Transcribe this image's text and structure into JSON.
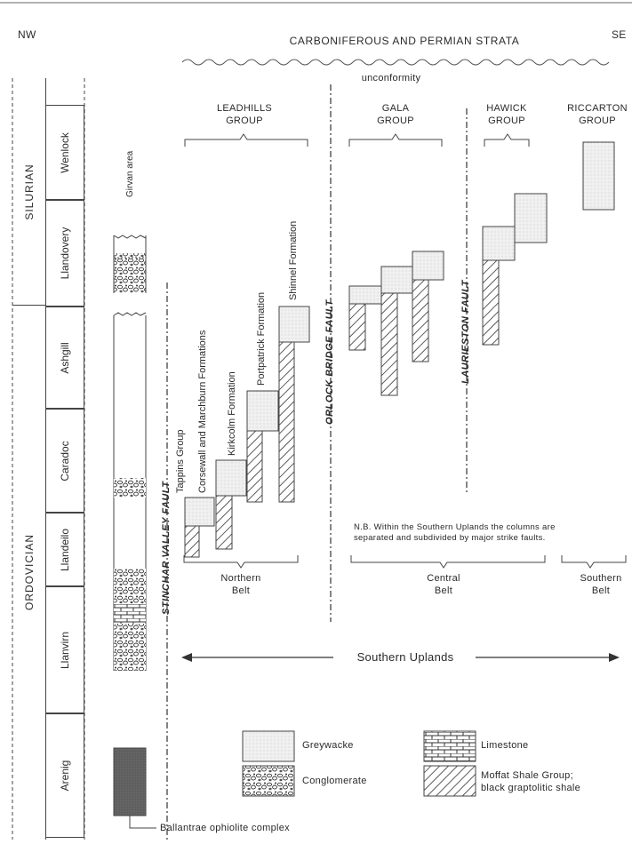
{
  "compass": {
    "left": "NW",
    "right": "SE"
  },
  "header": {
    "title": "CARBONIFEROUS AND PERMIAN STRATA",
    "unconformity": "unconformity"
  },
  "periods": {
    "silurian": "SILURIAN",
    "ordovician": "ORDOVICIAN"
  },
  "stages": [
    "Wenlock",
    "Llandovery",
    "Ashgill",
    "Caradoc",
    "Llandeilo",
    "Llanvirn",
    "Arenig"
  ],
  "girvan": "Girvan area",
  "groups": {
    "leadhills": "LEADHILLS\nGROUP",
    "gala": "GALA\nGROUP",
    "hawick": "HAWICK\nGROUP",
    "riccarton": "RICCARTON\nGROUP"
  },
  "formations": {
    "tappins": "Tappins Group",
    "corsewall": "Corsewall and Marchburn Formations",
    "kirkcolm": "Kirkcolm Formation",
    "portpatrick": "Portpatrick Formation",
    "shinnel": "Shinnel Formation"
  },
  "faults": {
    "stinchar": "STINCHAR VALLEY FAULT",
    "orlock": "ORLOCK BRIDGE FAULT",
    "laurieston": "LAURIESTON FAULT"
  },
  "note": "N.B. Within the Southern Uplands the columns are\nseparated and subdivided by major strike faults.",
  "belts": {
    "northern": "Northern\nBelt",
    "central": "Central\nBelt",
    "southern": "Southern\nBelt"
  },
  "southern_uplands": "Southern Uplands",
  "legend": {
    "greywacke": "Greywacke",
    "limestone": "Limestone",
    "conglomerate": "Conglomerate",
    "moffat": "Moffat Shale Group;\nblack graptolitic shale"
  },
  "ballantrae": "Ballantrae ophiolite complex",
  "colors": {
    "ink": "#2a2a2a",
    "greywacke": "#eeeeee",
    "ophiolite": "#6a6a6a"
  }
}
